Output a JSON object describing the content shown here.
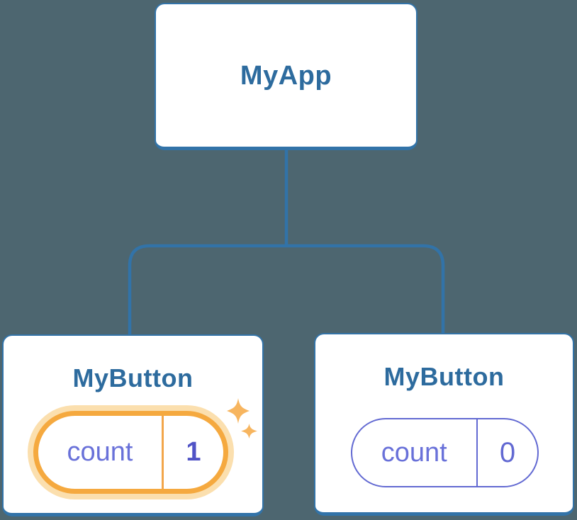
{
  "diagram": {
    "type": "component-tree",
    "root": {
      "label": "MyApp"
    },
    "children": [
      {
        "label": "MyButton",
        "state": {
          "name": "count",
          "value": "1"
        },
        "highlighted": true,
        "decoration": "sparkles"
      },
      {
        "label": "MyButton",
        "state": {
          "name": "count",
          "value": "0"
        },
        "highlighted": false
      }
    ]
  },
  "icons": {
    "sparkle_large": "four-point-sparkle",
    "sparkle_small": "four-point-sparkle"
  },
  "colors": {
    "background": "#4D6670",
    "stroke": "#3273A8",
    "card_bg": "#FFFFFF",
    "title_text": "#2D6B9E",
    "pill_indigo": "#6269D2",
    "count_text": "#6971D9",
    "value_bold_text": "#5053C6",
    "value_normal_text": "#6269D2",
    "highlight_orange": "#F5A93F",
    "halo_orange": "#FBDFAE",
    "divider_orange": "#F2A64B",
    "sparkle_orange": "#F7B55F"
  }
}
